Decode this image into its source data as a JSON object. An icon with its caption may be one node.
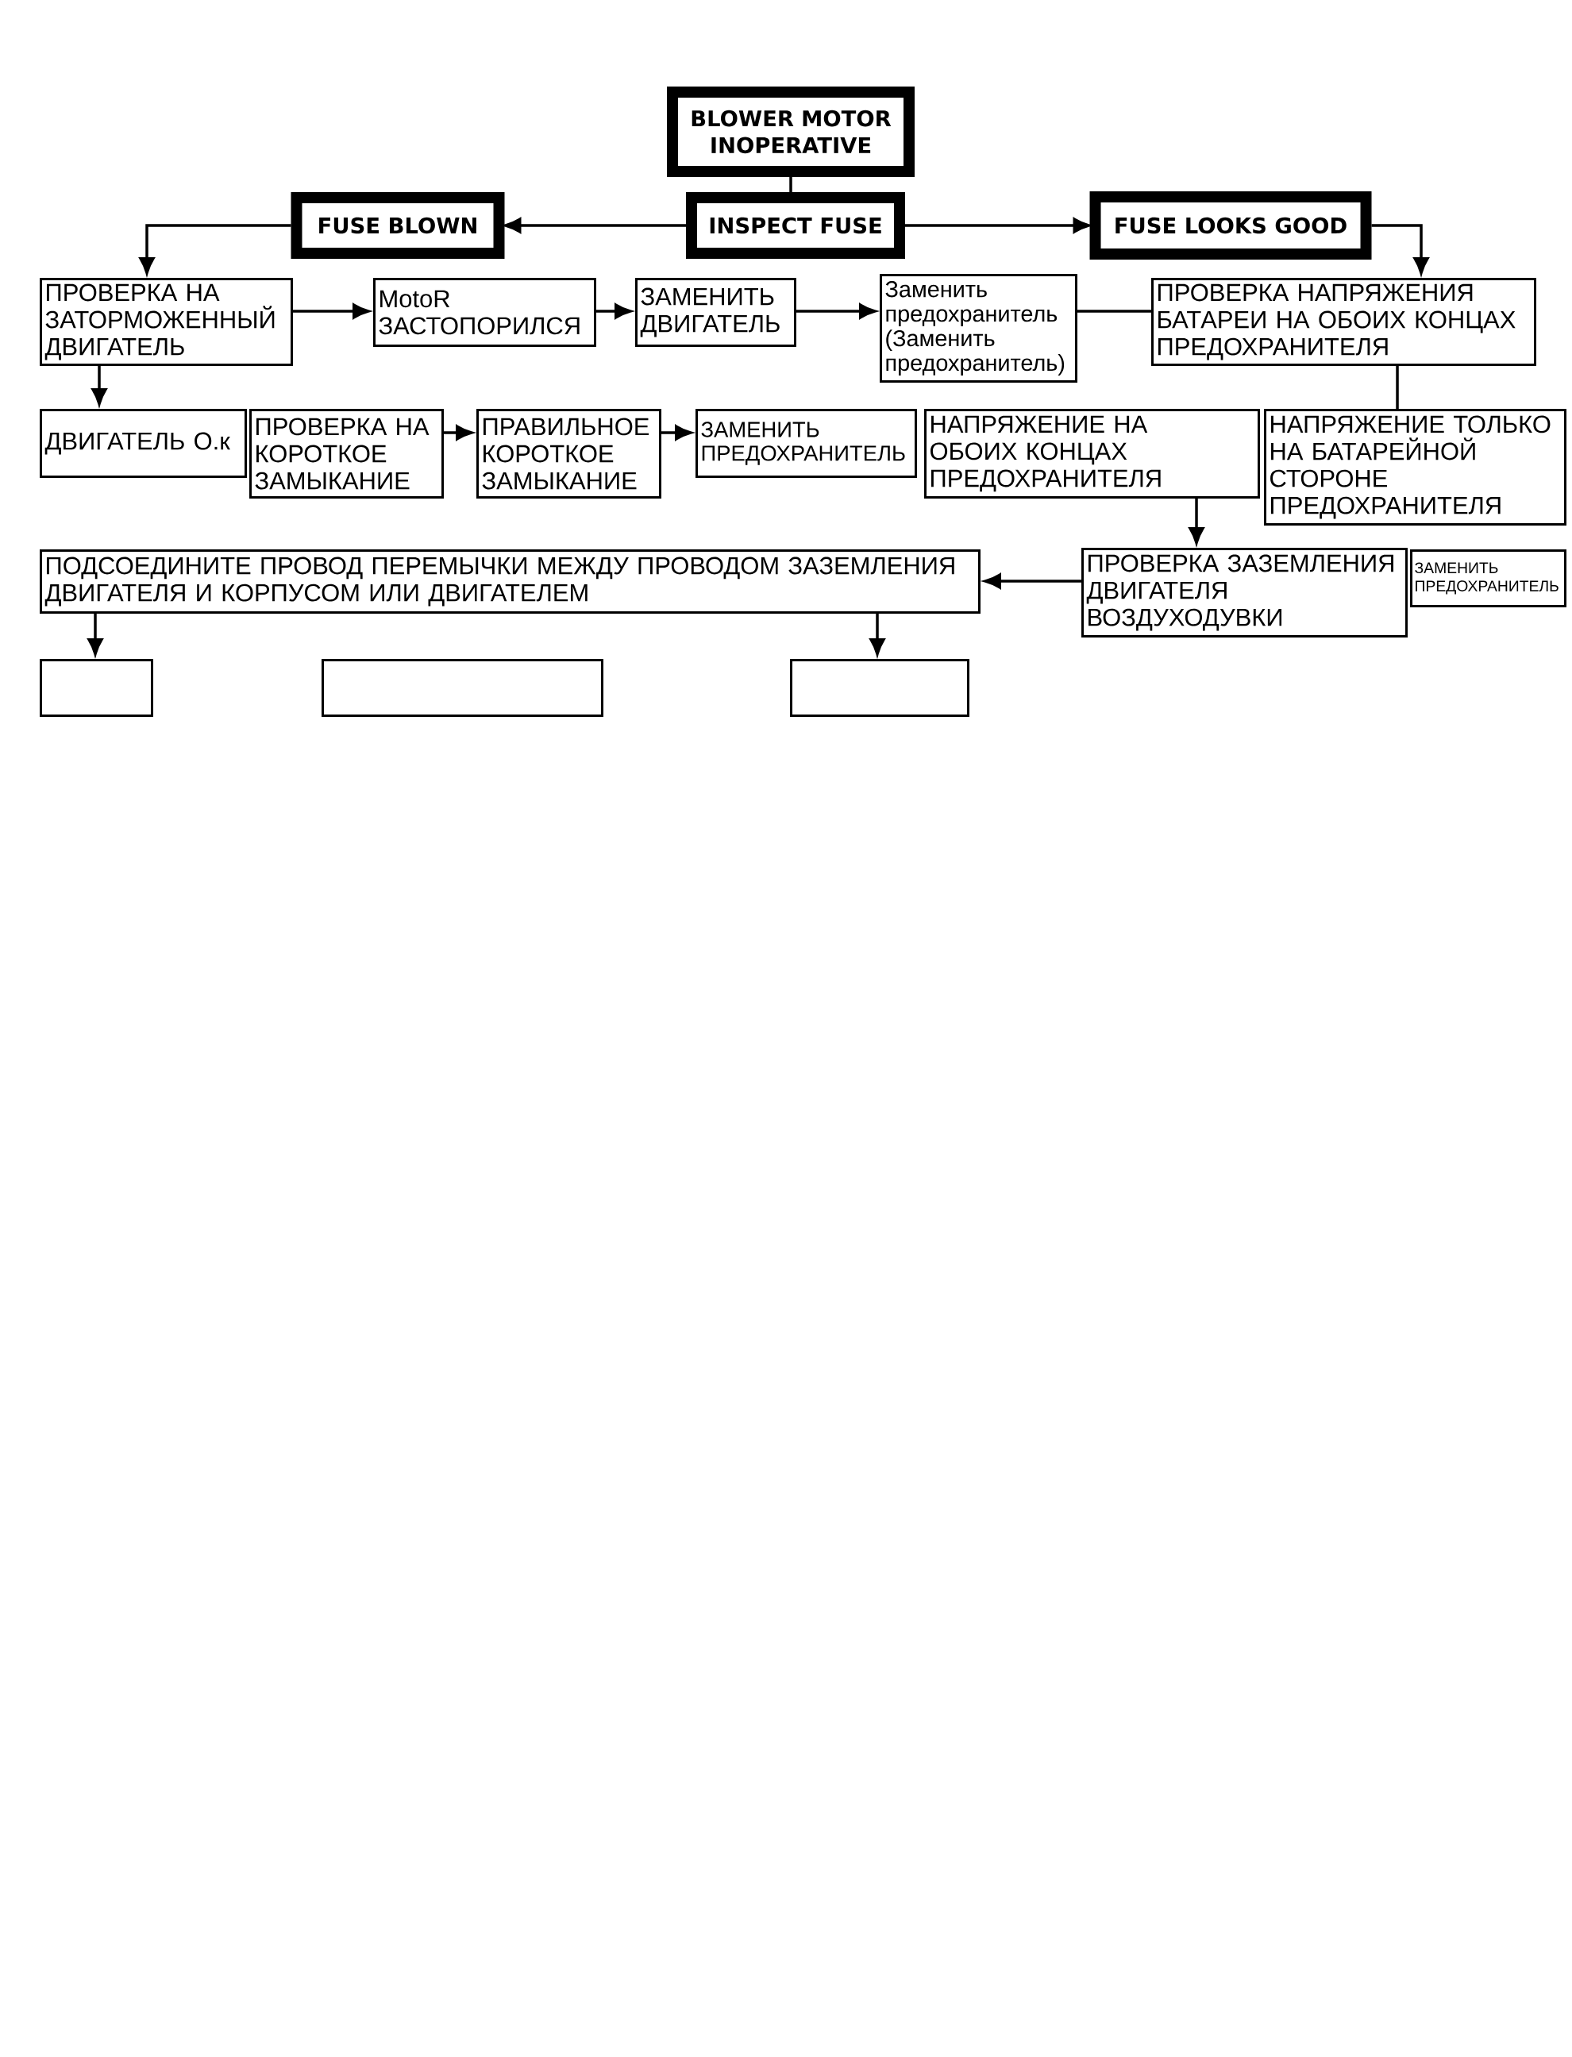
{
  "diagram": {
    "nodes": [
      {
        "text": [
          "BLOWER MOTOR INOPERATIVE"
        ]
      },
      {
        "text": [
          "FUSE BLOWN"
        ]
      },
      {
        "text": [
          "INSPECT FUSE"
        ]
      },
      {
        "text": [
          "FUSE LOOKS GOOD"
        ]
      },
      {
        "text": [
          "ПРОВЕРКА НА ЗАТОРМОЖЕННЫЙ ДВИГАТЕЛЬ"
        ]
      },
      {
        "text": [
          "MotoR ЗАСТОПОРИЛСЯ"
        ]
      },
      {
        "text": [
          "ЗАМЕНИТЬ ДВИГАТЕЛЬ"
        ]
      },
      {
        "text": [
          "Заменить предохранитель (Заменить предохранитель)"
        ]
      },
      {
        "text": [
          "ПРОВЕРКА НАПРЯЖЕНИЯ БАТАРЕИ НА ОБОИХ КОНЦАХ ПРЕДОХРАНИТЕЛЯ"
        ]
      },
      {
        "text": [
          "ДВИГАТЕЛЬ О.к"
        ]
      },
      {
        "text": [
          "ПРОВЕРКА НА КОРОТКОЕ ЗАМЫКАНИЕ"
        ]
      },
      {
        "text": [
          "ПРАВИЛЬНОЕ КОРОТКОЕ ЗАМЫКАНИЕ"
        ]
      },
      {
        "text": [
          "ЗАМЕНИТЬ ПРЕДОХРАНИТЕЛЬ"
        ]
      },
      {
        "text": [
          "НАПРЯЖЕНИЕ НА ОБОИХ КОНЦАХ ПРЕДОХРАНИТЕЛЯ"
        ]
      },
      {
        "text": [
          "НАПРЯЖЕНИЕ ТОЛЬКО НА БАТАРЕЙНОЙ СТОРОНЕ ПРЕДОХРАНИТЕЛЯ"
        ]
      },
      {
        "text": [
          "ПОДСОЕДИНИТЕ ПРОВОД ПЕРЕМЫЧКИ МЕЖДУ ПРОВОДОМ ЗАЗЕМЛЕНИЯ ДВИГАТЕЛЯ И КОРПУСОМ ИЛИ ДВИГАТЕЛЕМ"
        ]
      },
      {
        "text": [
          "ПРОВЕРКА ЗАЗЕМЛЕНИЯ ДВИГАТЕЛЯ ВОЗДУХОДУВКИ"
        ]
      },
      {
        "text": [
          "ЗАМЕНИТЬ ПРЕДОХРАНИТЕЛЬ"
        ]
      },
      {
        "text": [],
        "shape": "box"
      },
      {
        "text": [],
        "shape": "box"
      },
      {
        "text": [],
        "shape": "box"
      }
    ],
    "edges": [
      {
        "from": 0,
        "to": 2,
        "arrow": "none"
      },
      {
        "from": 2,
        "to": 1,
        "arrow": "to"
      },
      {
        "from": 2,
        "to": 3,
        "arrow": "to"
      },
      {
        "from": 1,
        "to": 4,
        "arrow": "to"
      },
      {
        "from": 3,
        "to": 8,
        "arrow": "to"
      },
      {
        "from": 4,
        "to": 5,
        "arrow": "to"
      },
      {
        "from": 5,
        "to": 6,
        "arrow": "to"
      },
      {
        "from": 6,
        "to": 7,
        "arrow": "to"
      },
      {
        "from": 7,
        "to": 8,
        "arrow": "none"
      },
      {
        "from": 4,
        "to": 9,
        "arrow": "to"
      },
      {
        "from": 8,
        "to": 14,
        "arrow": "none"
      },
      {
        "from": 10,
        "to": 11,
        "arrow": "to"
      },
      {
        "from": 11,
        "to": 12,
        "arrow": "to"
      },
      {
        "from": 13,
        "to": 16,
        "arrow": "to"
      },
      {
        "from": 16,
        "to": 15,
        "arrow": "to"
      },
      {
        "from": 15,
        "to": 18,
        "arrow": "to"
      },
      {
        "from": 15,
        "to": 20,
        "arrow": "to"
      }
    ]
  }
}
